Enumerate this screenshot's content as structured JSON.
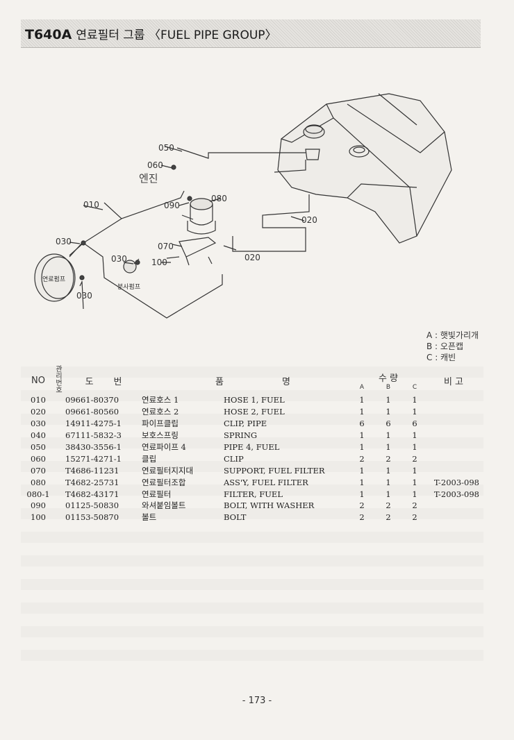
{
  "header": {
    "model": "T640A",
    "title": "연료필터 그룹 〈FUEL PIPE GROUP〉"
  },
  "diagram": {
    "callouts": {
      "c050": "050",
      "c060": "060",
      "engine": "엔진",
      "c010": "010",
      "c090": "090",
      "c080": "080",
      "c020a": "020",
      "c020b": "020",
      "c030a": "030",
      "c070": "070",
      "c030b": "030",
      "c100": "100",
      "c030c": "030",
      "fuel_pump": "연료펌프",
      "dispenser": "분사펌프"
    }
  },
  "legend": {
    "a": "A : 햇빛가리개",
    "b": "B : 오픈캡",
    "c": "C : 캐빈"
  },
  "table": {
    "headers": {
      "no": "NO",
      "mgmt": "관리번호",
      "part_a": "도",
      "part_b": "번",
      "name_a": "품",
      "name_b": "명",
      "qty": "수     량",
      "qa": "A",
      "qb": "B",
      "qc": "C",
      "remarks": "비 고"
    },
    "rows": [
      {
        "no": "010",
        "part": "09661-80370",
        "kr": "연료호스 1",
        "en": "HOSE 1, FUEL",
        "a": "1",
        "b": "1",
        "c": "1",
        "remarks": ""
      },
      {
        "no": "020",
        "part": "09661-80560",
        "kr": "연료호스 2",
        "en": "HOSE 2, FUEL",
        "a": "1",
        "b": "1",
        "c": "1",
        "remarks": ""
      },
      {
        "no": "030",
        "part": "14911-4275-1",
        "kr": "파이프클립",
        "en": "CLIP, PIPE",
        "a": "6",
        "b": "6",
        "c": "6",
        "remarks": ""
      },
      {
        "no": "040",
        "part": "67111-5832-3",
        "kr": "보호스프링",
        "en": "SPRING",
        "a": "1",
        "b": "1",
        "c": "1",
        "remarks": ""
      },
      {
        "no": "050",
        "part": "38430-3556-1",
        "kr": "연료파이프 4",
        "en": "PIPE 4, FUEL",
        "a": "1",
        "b": "1",
        "c": "1",
        "remarks": ""
      },
      {
        "no": "060",
        "part": "15271-4271-1",
        "kr": "클립",
        "en": "CLIP",
        "a": "2",
        "b": "2",
        "c": "2",
        "remarks": ""
      },
      {
        "no": "070",
        "part": "T4686-11231",
        "kr": "연료필터지지대",
        "en": "SUPPORT, FUEL FILTER",
        "a": "1",
        "b": "1",
        "c": "1",
        "remarks": ""
      },
      {
        "no": "080",
        "part": "T4682-25731",
        "kr": "연료필터조합",
        "en": "ASS'Y, FUEL FILTER",
        "a": "1",
        "b": "1",
        "c": "1",
        "remarks": "T-2003-098"
      },
      {
        "no": "080-1",
        "part": "T4682-43171",
        "kr": "연료필터",
        "en": "FILTER, FUEL",
        "a": "1",
        "b": "1",
        "c": "1",
        "remarks": "T-2003-098"
      },
      {
        "no": "090",
        "part": "01125-50830",
        "kr": "와셔붙임볼트",
        "en": "BOLT, WITH WASHER",
        "a": "2",
        "b": "2",
        "c": "2",
        "remarks": ""
      },
      {
        "no": "100",
        "part": "01153-50870",
        "kr": "볼트",
        "en": "BOLT",
        "a": "2",
        "b": "2",
        "c": "2",
        "remarks": ""
      }
    ]
  },
  "page_number": "- 173 -"
}
